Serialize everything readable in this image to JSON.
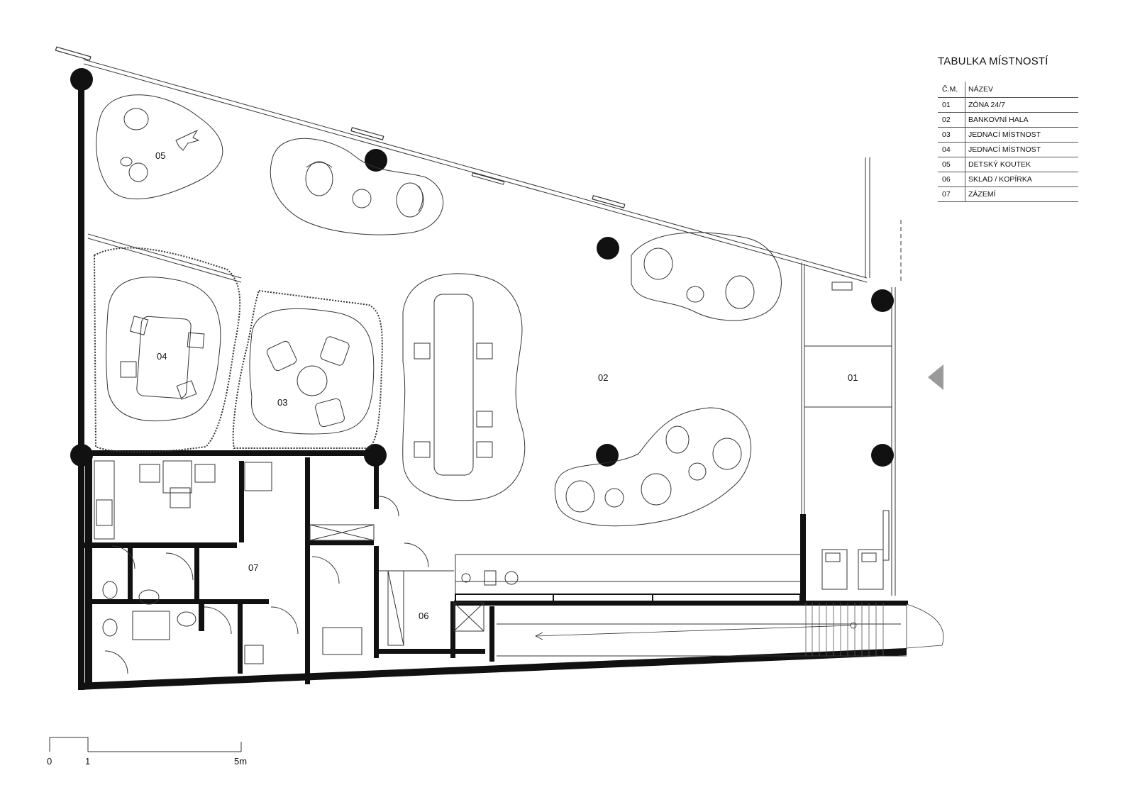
{
  "legend": {
    "title": "TABULKA MÍSTNOSTÍ",
    "col_number": "Č.M.",
    "col_name": "NÁZEV",
    "rows": [
      {
        "num": "01",
        "name": "ZÓNA 24/7"
      },
      {
        "num": "02",
        "name": "BANKOVNÍ HALA"
      },
      {
        "num": "03",
        "name": "JEDNACÍ MÍSTNOST"
      },
      {
        "num": "04",
        "name": "JEDNACÍ MÍSTNOST"
      },
      {
        "num": "05",
        "name": "DETSKÝ KOUTEK"
      },
      {
        "num": "06",
        "name": "SKLAD / KOPÍRKA"
      },
      {
        "num": "07",
        "name": "ZÁZEMÍ"
      }
    ]
  },
  "rooms": {
    "r01": "01",
    "r02": "02",
    "r03": "03",
    "r04": "04",
    "r05": "05",
    "r06": "06",
    "r07": "07"
  },
  "scale": {
    "l0": "0",
    "l1": "1",
    "l5": "5m"
  },
  "colors": {
    "ink": "#111111",
    "line": "#333333",
    "entrance": "#9a9a9a"
  }
}
